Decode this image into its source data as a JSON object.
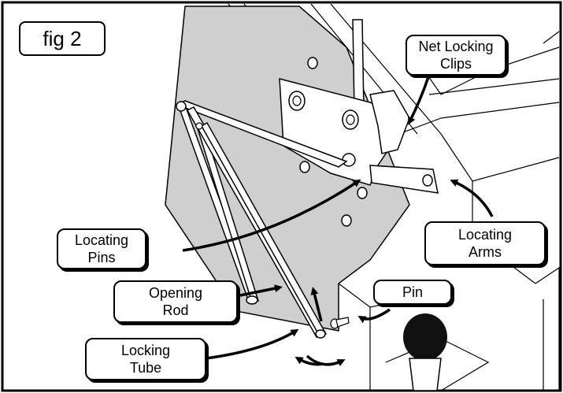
{
  "figure": {
    "tag": "fig 2"
  },
  "callouts": {
    "net_locking_clips": "Net Locking\nClips",
    "locating_pins": "Locating\nPins",
    "locating_arms": "Locating\nArms",
    "opening_rod": "Opening\nRod",
    "pin": "Pin",
    "locking_tube": "Locking\nTube"
  }
}
